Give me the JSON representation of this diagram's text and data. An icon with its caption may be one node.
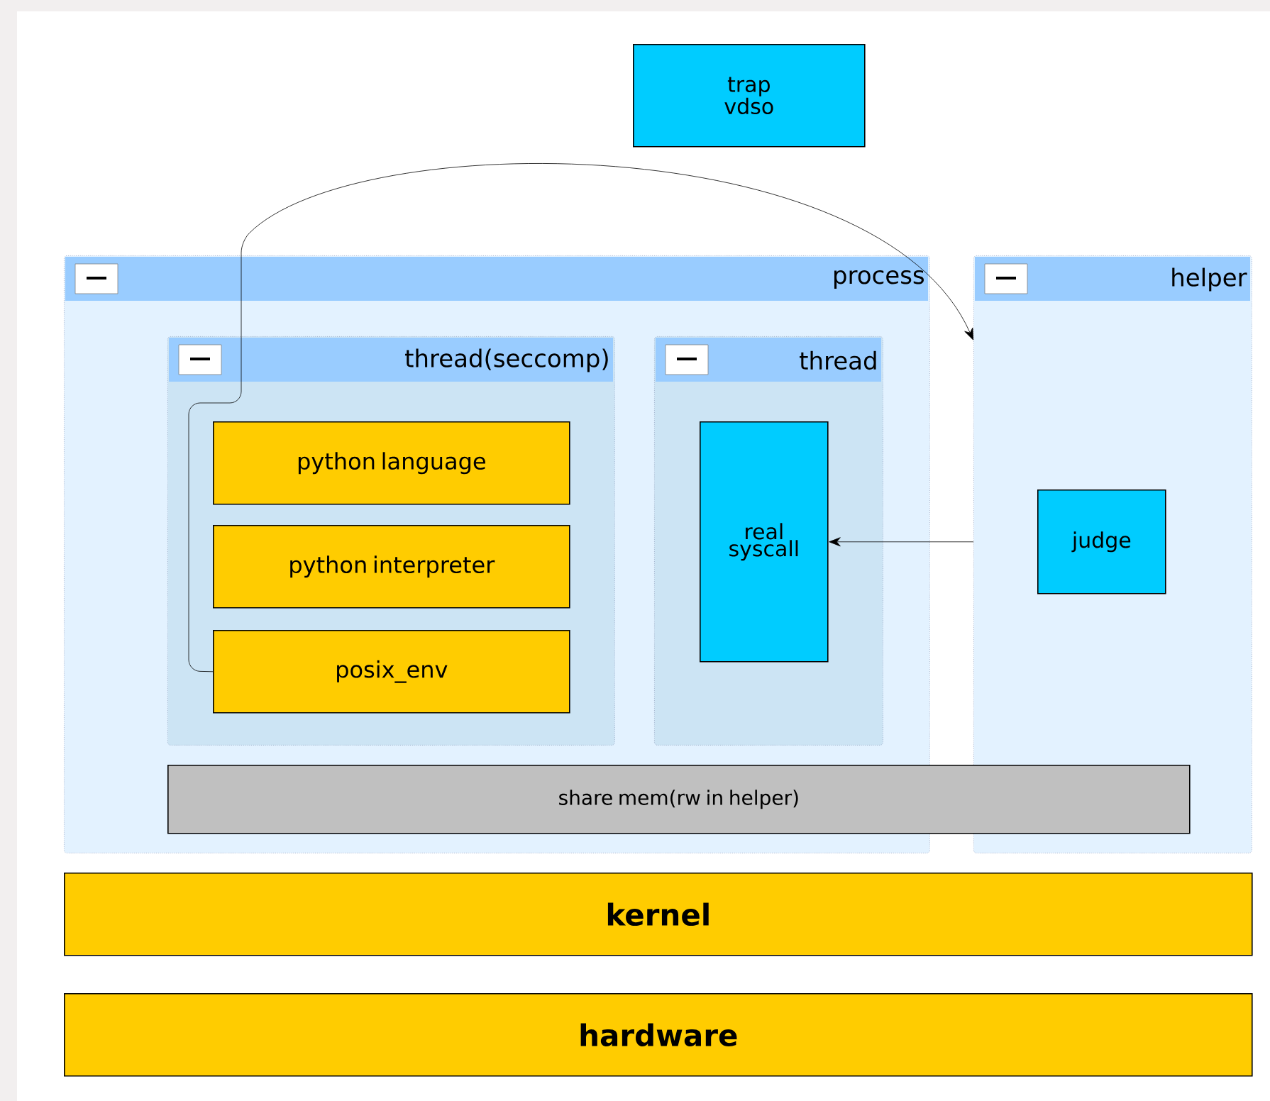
{
  "diagram": {
    "nodes": [
      {
        "text": [
          "trap vdso"
        ]
      },
      {
        "text": [
          "process"
        ]
      },
      {
        "text": [
          "thread(seccomp)"
        ],
        "in": 1
      },
      {
        "text": [
          "python language"
        ],
        "in": 2
      },
      {
        "text": [
          "python interpreter"
        ],
        "in": 2
      },
      {
        "text": [
          "posix_env"
        ],
        "in": 2
      },
      {
        "text": [
          "thread"
        ],
        "in": 1
      },
      {
        "text": [
          "real syscall"
        ],
        "in": 6
      },
      {
        "text": [
          "helper"
        ]
      },
      {
        "text": [
          "judge"
        ],
        "in": 8
      },
      {
        "text": [
          "share mem(rw in helper)"
        ]
      },
      {
        "text": [
          "kernel"
        ]
      },
      {
        "text": [
          "hardware"
        ]
      }
    ],
    "edges": [
      {
        "from": 5,
        "to": 8,
        "arrow": "to"
      },
      {
        "from": 8,
        "to": 7,
        "arrow": "to"
      }
    ]
  }
}
